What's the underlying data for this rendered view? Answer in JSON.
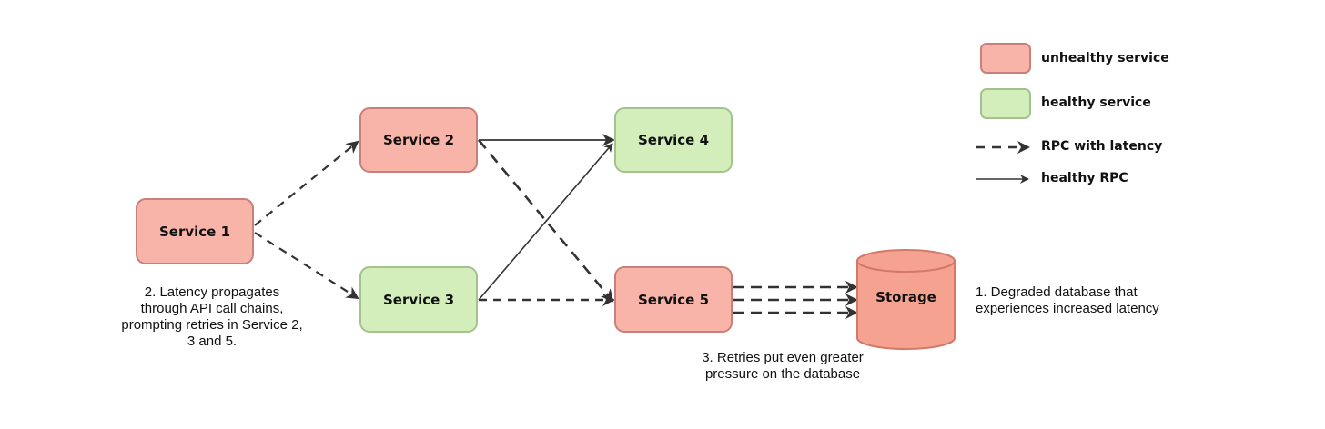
{
  "nodes": {
    "service1": "Service 1",
    "service2": "Service 2",
    "service3": "Service 3",
    "service4": "Service 4",
    "service5": "Service 5",
    "storage": "Storage"
  },
  "notes": {
    "latency": "2. Latency propagates\nthrough API call chains,\nprompting retries in Service 2,\n3 and 5.",
    "retries": "3. Retries put even greater\npressure on the database",
    "degraded": "1. Degraded database that\nexperiences increased latency"
  },
  "legend": {
    "unhealthy": "unhealthy service",
    "healthy": "healthy service",
    "rpc_latency": "RPC with latency",
    "rpc_healthy": "healthy RPC"
  },
  "colors": {
    "unhealthy_fill": "#f8b4a8",
    "unhealthy_border": "#c88078",
    "healthy_fill": "#d3eebb",
    "healthy_border": "#a3c38e",
    "storage_fill": "#f5a291",
    "storage_border": "#d4786a",
    "arrow": "#333333"
  }
}
